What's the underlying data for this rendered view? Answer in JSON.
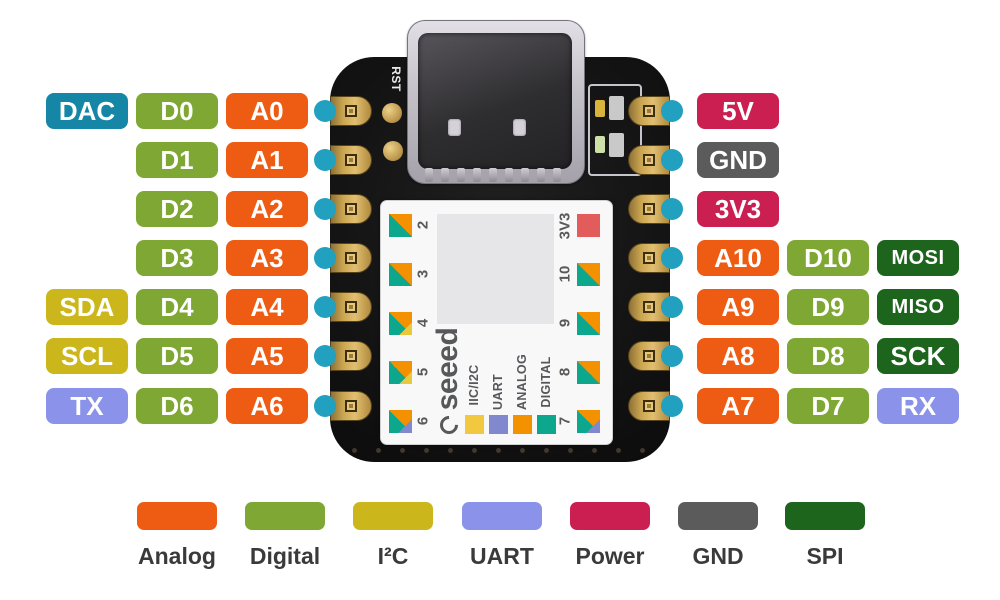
{
  "colors": {
    "analog": "#EE5C13",
    "digital": "#7FA733",
    "i2c": "#CBB71B",
    "uart": "#8A92E9",
    "power": "#CA1F50",
    "gnd": "#5B5B5B",
    "spi": "#1D641D",
    "dac": "#1586A5",
    "pin-dot": "#21A0BF",
    "sticker-yellow": "#F2C83E",
    "sticker-purple": "#8288CE",
    "sticker-orange": "#F39100",
    "sticker-teal": "#0CA78C",
    "sticker-red": "#E25C5C"
  },
  "board": {
    "rst_label": "RST",
    "sticker": {
      "brand": "seeed",
      "pin_numbers_left": [
        "2",
        "3",
        "4",
        "5",
        "6"
      ],
      "pin_numbers_right": [
        "10",
        "9",
        "8",
        "7"
      ],
      "power_label": "3V3",
      "mini_legend": [
        {
          "label": "IIC/I2C"
        },
        {
          "label": "UART"
        },
        {
          "label": "ANALOG"
        },
        {
          "label": "DIGITAL"
        }
      ]
    }
  },
  "pin_rows": {
    "left": [
      {
        "tags": [
          {
            "text": "DAC",
            "type": "dac"
          },
          {
            "text": "D0",
            "type": "digital"
          },
          {
            "text": "A0",
            "type": "analog"
          }
        ]
      },
      {
        "tags": [
          {
            "text": "D1",
            "type": "digital"
          },
          {
            "text": "A1",
            "type": "analog"
          }
        ]
      },
      {
        "tags": [
          {
            "text": "D2",
            "type": "digital"
          },
          {
            "text": "A2",
            "type": "analog"
          }
        ]
      },
      {
        "tags": [
          {
            "text": "D3",
            "type": "digital"
          },
          {
            "text": "A3",
            "type": "analog"
          }
        ]
      },
      {
        "tags": [
          {
            "text": "SDA",
            "type": "i2c"
          },
          {
            "text": "D4",
            "type": "digital"
          },
          {
            "text": "A4",
            "type": "analog"
          }
        ]
      },
      {
        "tags": [
          {
            "text": "SCL",
            "type": "i2c"
          },
          {
            "text": "D5",
            "type": "digital"
          },
          {
            "text": "A5",
            "type": "analog"
          }
        ]
      },
      {
        "tags": [
          {
            "text": "TX",
            "type": "uart"
          },
          {
            "text": "D6",
            "type": "digital"
          },
          {
            "text": "A6",
            "type": "analog"
          }
        ]
      }
    ],
    "right": [
      {
        "tags": [
          {
            "text": "5V",
            "type": "power"
          }
        ]
      },
      {
        "tags": [
          {
            "text": "GND",
            "type": "gnd"
          }
        ]
      },
      {
        "tags": [
          {
            "text": "3V3",
            "type": "power"
          }
        ]
      },
      {
        "tags": [
          {
            "text": "A10",
            "type": "analog"
          },
          {
            "text": "D10",
            "type": "digital"
          },
          {
            "text": "MOSI",
            "type": "spi"
          }
        ]
      },
      {
        "tags": [
          {
            "text": "A9",
            "type": "analog"
          },
          {
            "text": "D9",
            "type": "digital"
          },
          {
            "text": "MISO",
            "type": "spi"
          }
        ]
      },
      {
        "tags": [
          {
            "text": "A8",
            "type": "analog"
          },
          {
            "text": "D8",
            "type": "digital"
          },
          {
            "text": "SCK",
            "type": "spi"
          }
        ]
      },
      {
        "tags": [
          {
            "text": "A7",
            "type": "analog"
          },
          {
            "text": "D7",
            "type": "digital"
          },
          {
            "text": "RX",
            "type": "uart"
          }
        ]
      }
    ]
  },
  "legend": [
    {
      "label": "Analog",
      "type": "analog"
    },
    {
      "label": "Digital",
      "type": "digital"
    },
    {
      "label": "I²C",
      "type": "i2c"
    },
    {
      "label": "UART",
      "type": "uart"
    },
    {
      "label": "Power",
      "type": "power"
    },
    {
      "label": "GND",
      "type": "gnd"
    },
    {
      "label": "SPI",
      "type": "spi"
    }
  ]
}
